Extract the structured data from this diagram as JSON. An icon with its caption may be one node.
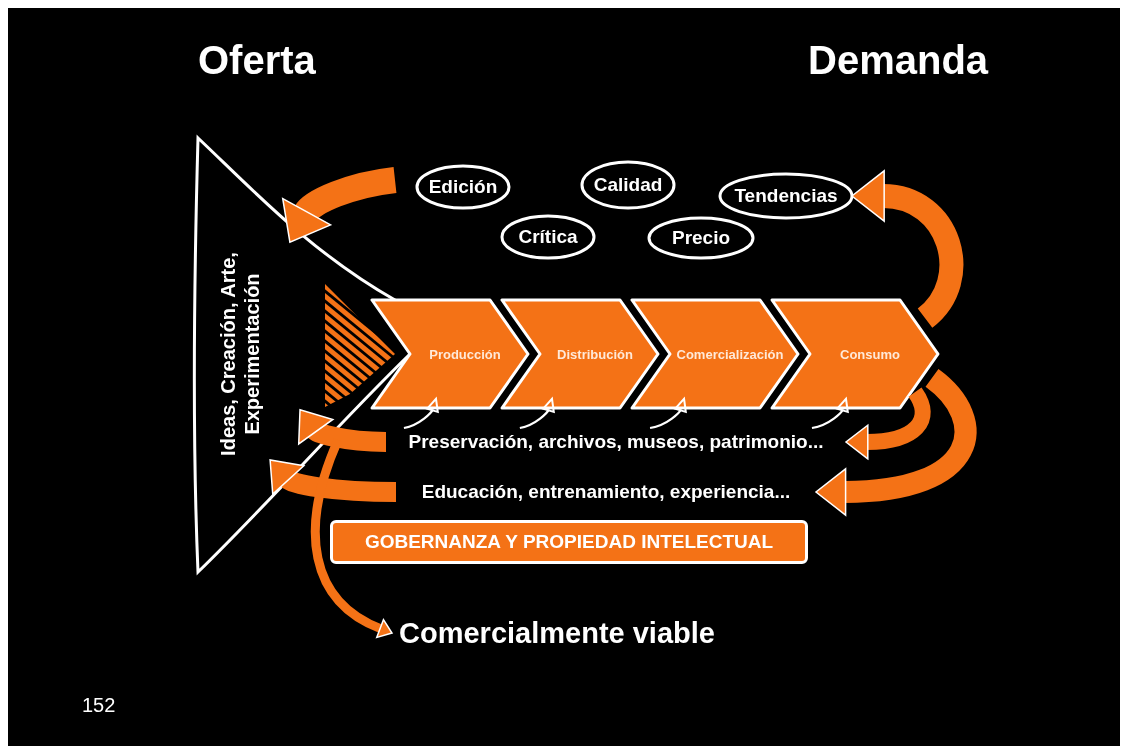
{
  "diagram": {
    "nodes": [
      {
        "text": [
          "Ideas, Creación, Arte, Experimentación"
        ]
      },
      {
        "text": [
          "Edición"
        ]
      },
      {
        "text": [
          "Calidad"
        ]
      },
      {
        "text": [
          "Tendencias"
        ]
      },
      {
        "text": [
          "Crítica"
        ]
      },
      {
        "text": [
          "Precio"
        ]
      },
      {
        "text": [
          "Producción"
        ]
      },
      {
        "text": [
          "Distribución"
        ]
      },
      {
        "text": [
          "Comercialización"
        ]
      },
      {
        "text": [
          "Consumo"
        ]
      },
      {
        "text": [
          "Preservación, archivos, museos, patrimonio..."
        ]
      },
      {
        "text": [
          "Educación, entrenamiento, experiencia..."
        ]
      },
      {
        "text": [
          "GOBERNANZA Y PROPIEDAD INTELECTUAL"
        ]
      },
      {
        "text": [
          "Comercialmente viable"
        ]
      }
    ],
    "edges": [
      {
        "from": null,
        "to": 0,
        "arrow": "to",
        "color": "#f47216"
      },
      {
        "from": 9,
        "to": 3,
        "arrow": "to",
        "color": "#f47216"
      },
      {
        "from": 9,
        "to": 10,
        "arrow": "to",
        "color": "#f47216"
      },
      {
        "from": 9,
        "to": 11,
        "arrow": "to",
        "color": "#f47216"
      },
      {
        "from": 10,
        "to": 6,
        "arrow": "to",
        "color": "#ffffff"
      },
      {
        "from": 10,
        "to": 7,
        "arrow": "to",
        "color": "#ffffff"
      },
      {
        "from": 10,
        "to": 8,
        "arrow": "to",
        "color": "#ffffff"
      },
      {
        "from": 10,
        "to": 9,
        "arrow": "to",
        "color": "#ffffff"
      },
      {
        "from": 10,
        "to": 0,
        "arrow": "to",
        "color": "#f47216"
      },
      {
        "from": 11,
        "to": 0,
        "arrow": "to",
        "color": "#f47216"
      },
      {
        "from": 0,
        "to": 13,
        "arrow": "to",
        "color": "#f47216"
      }
    ],
    "labels": [
      "Oferta",
      "Demanda",
      "152"
    ]
  }
}
